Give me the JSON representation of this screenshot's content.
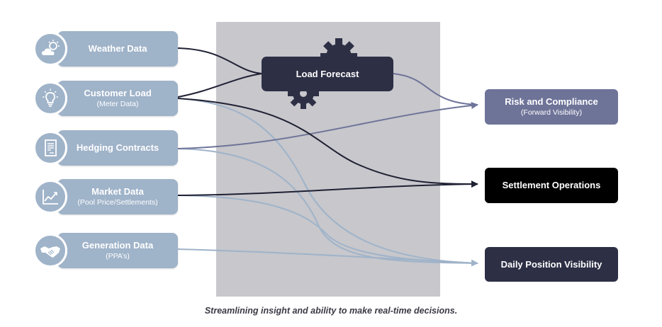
{
  "colors": {
    "panel": "#c7c7cc",
    "source_pill": "#9fb3c9",
    "forecast_box": "#2d2f45",
    "risk_box": "#6e7398",
    "settlement_box": "#000000",
    "daily_box": "#2d2f45",
    "link_dark": "#1f2133",
    "link_purple": "#6e7398",
    "link_light": "#9fb3c9"
  },
  "sources": [
    {
      "label": "Weather Data",
      "sublabel": "",
      "icon": "weather-icon"
    },
    {
      "label": "Customer Load",
      "sublabel": "(Meter Data)",
      "icon": "lightbulb-icon"
    },
    {
      "label": "Hedging Contracts",
      "sublabel": "",
      "icon": "contract-icon"
    },
    {
      "label": "Market Data",
      "sublabel": "(Pool Price/Settlements)",
      "icon": "chart-icon"
    },
    {
      "label": "Generation Data",
      "sublabel": "(PPA’s)",
      "icon": "handshake-icon"
    }
  ],
  "center": {
    "label": "Load Forecast",
    "icon": "gear-icon"
  },
  "destinations": [
    {
      "label": "Risk and Compliance",
      "sublabel": "(Forward Visibility)"
    },
    {
      "label": "Settlement Operations",
      "sublabel": ""
    },
    {
      "label": "Daily Position Visibility",
      "sublabel": ""
    }
  ],
  "caption": "Streamlining insight and ability to make real-time decisions."
}
